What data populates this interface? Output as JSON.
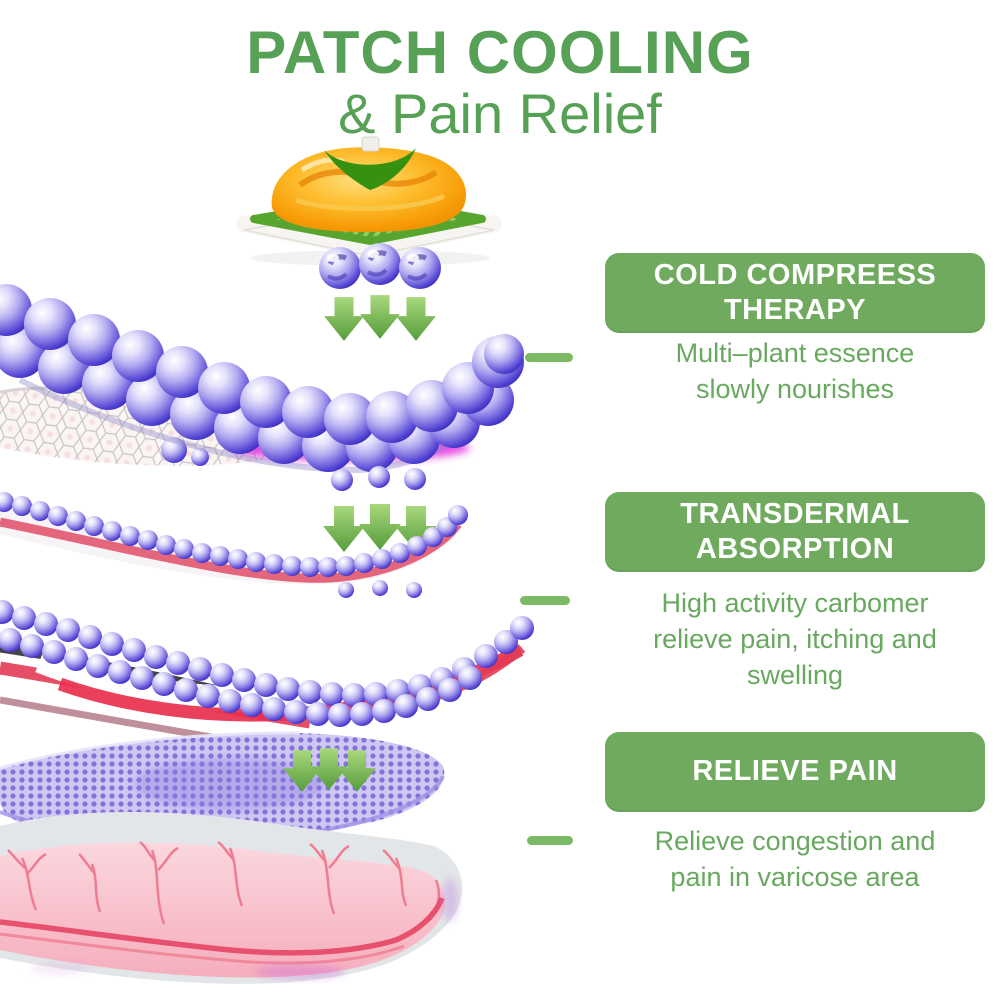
{
  "page": {
    "background_color": "#ffffff"
  },
  "header": {
    "title_line1": "PATCH COOLING",
    "title_line2": "& Pain Relief",
    "title_color": "#57a156"
  },
  "callouts": [
    {
      "badge_text": "COLD COMPREESS THERAPY",
      "badge_lines": [
        "COLD COMPREESS",
        "THERAPY"
      ],
      "description": "Multi–plant essence slowly nourishes",
      "desc_lines": [
        "Multi–plant essence",
        "slowly nourishes"
      ]
    },
    {
      "badge_text": "TRANSDERMAL ABSORPTION",
      "badge_lines": [
        "TRANSDERMAL",
        "ABSORPTION"
      ],
      "description": "High activity carbomer relieve pain, itching and swelling",
      "desc_lines": [
        "High activity carbomer",
        "relieve pain, itching and",
        "swelling"
      ]
    },
    {
      "badge_text": "RELIEVE PAIN",
      "badge_lines": [
        "RELIEVE PAIN"
      ],
      "description": "Relieve congestion and pain in varicose area",
      "desc_lines": [
        "Relieve congestion and",
        "pain in varicose area"
      ]
    }
  ],
  "colors": {
    "badge_background": "#6faa5f",
    "badge_text": "#ffffff",
    "body_text_green": "#68a85f",
    "arrow_green": "#6cae4f",
    "connector_green": "#7cb964",
    "bead_purple": "#5b4bd6",
    "magenta_glow": "#e020dc",
    "skin_pink": "#f8c3cc",
    "vein_red": "#e8516d",
    "gel_orange": "#fcb31a",
    "patch_green": "#5aa42e"
  },
  "illustration": {
    "description": "Exploded layer diagram of a cooling gel patch above skin",
    "icon_names": [
      "gel-patch-icon",
      "hydrogel-beads-icon",
      "down-arrows-icon",
      "honeycomb-backing-layer",
      "bead-gel-layer",
      "micro-bead-layer",
      "dotted-mesh-layer",
      "skin-veins-layer"
    ]
  }
}
